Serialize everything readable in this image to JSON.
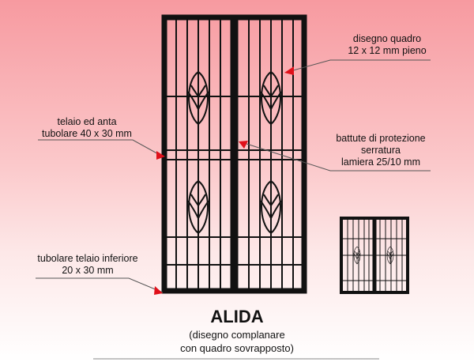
{
  "title": "ALIDA",
  "subtitle_line1": "(disegno complanare",
  "subtitle_line2": "con quadro sovrapposto)",
  "labels": {
    "disegno_l1": "disegno quadro",
    "disegno_l2": "12 x 12 mm pieno",
    "telaio_l1": "telaio ed anta",
    "telaio_l2": "tubolare 40 x 30 mm",
    "battute_l1": "battute di protezione",
    "battute_l2": "serratura",
    "battute_l3": "lamiera 25/10 mm",
    "inferiore_l1": "tubolare telaio inferiore",
    "inferiore_l2": "20 x 30 mm"
  },
  "colors": {
    "frame": "#111111",
    "arrow": "#e0101a"
  }
}
